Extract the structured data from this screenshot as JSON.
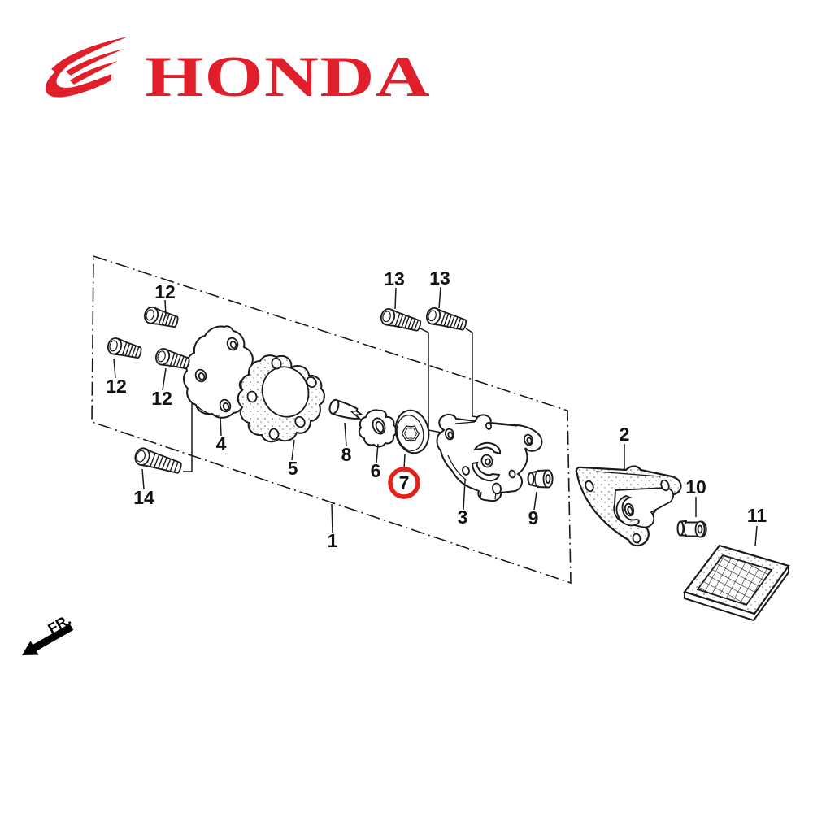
{
  "brand": {
    "wordmark": "HONDA",
    "logo_color": "#E01F2B"
  },
  "diagram": {
    "direction_label": "FR.",
    "highlighted_callout": "7",
    "highlight_color": "#E3221B",
    "callouts": {
      "c1": "1",
      "c2": "2",
      "c3": "3",
      "c4": "4",
      "c5": "5",
      "c6": "6",
      "c7": "7",
      "c8": "8",
      "c9": "9",
      "c10": "10",
      "c11": "11",
      "c12a": "12",
      "c12b": "12",
      "c12c": "12",
      "c13a": "13",
      "c13b": "13",
      "c14": "14"
    }
  }
}
